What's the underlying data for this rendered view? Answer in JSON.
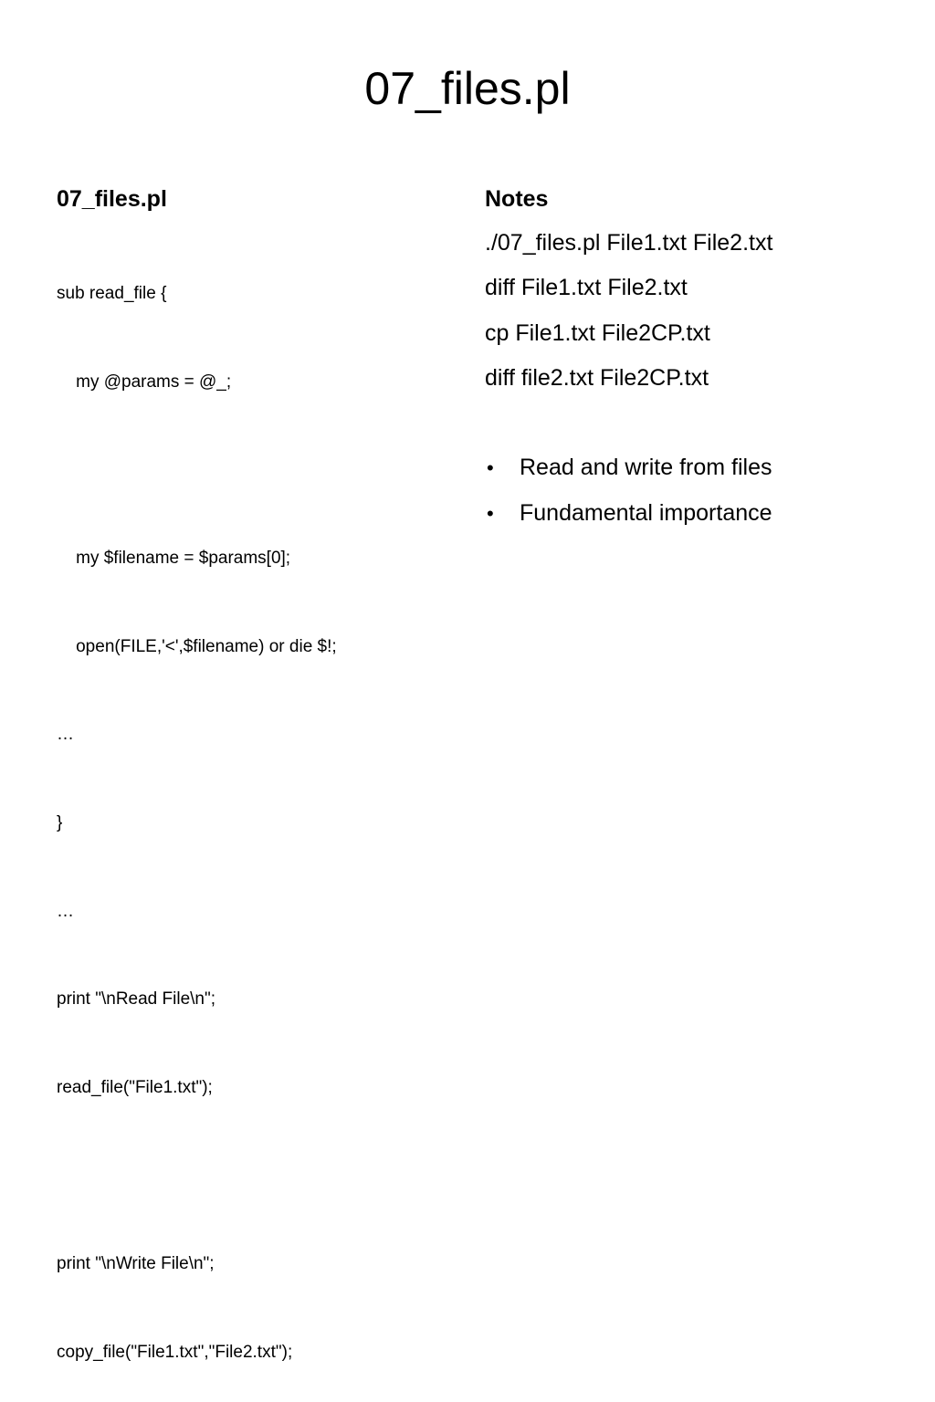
{
  "slide": {
    "title": "07_files.pl"
  },
  "left_column": {
    "heading": "07_files.pl",
    "code_lines": [
      "sub read_file {",
      "    my @params = @_;",
      "",
      "    my $filename = $params[0];",
      "    open(FILE,'<',$filename) or die $!;",
      "…",
      "}",
      "…",
      "print \"\\nRead File\\n\";",
      "read_file(\"File1.txt\");",
      "",
      "print \"\\nWrite File\\n\";",
      "copy_file(\"File1.txt\",\"File2.txt\");"
    ]
  },
  "right_column": {
    "heading": "Notes",
    "notes": [
      "./07_files.pl File1.txt File2.txt",
      "diff File1.txt File2.txt",
      "cp File1.txt File2CP.txt",
      "diff file2.txt File2CP.txt",
      ""
    ],
    "bullet_symbol": "•",
    "bullets": [
      "Read and write from files",
      "Fundamental importance"
    ]
  }
}
